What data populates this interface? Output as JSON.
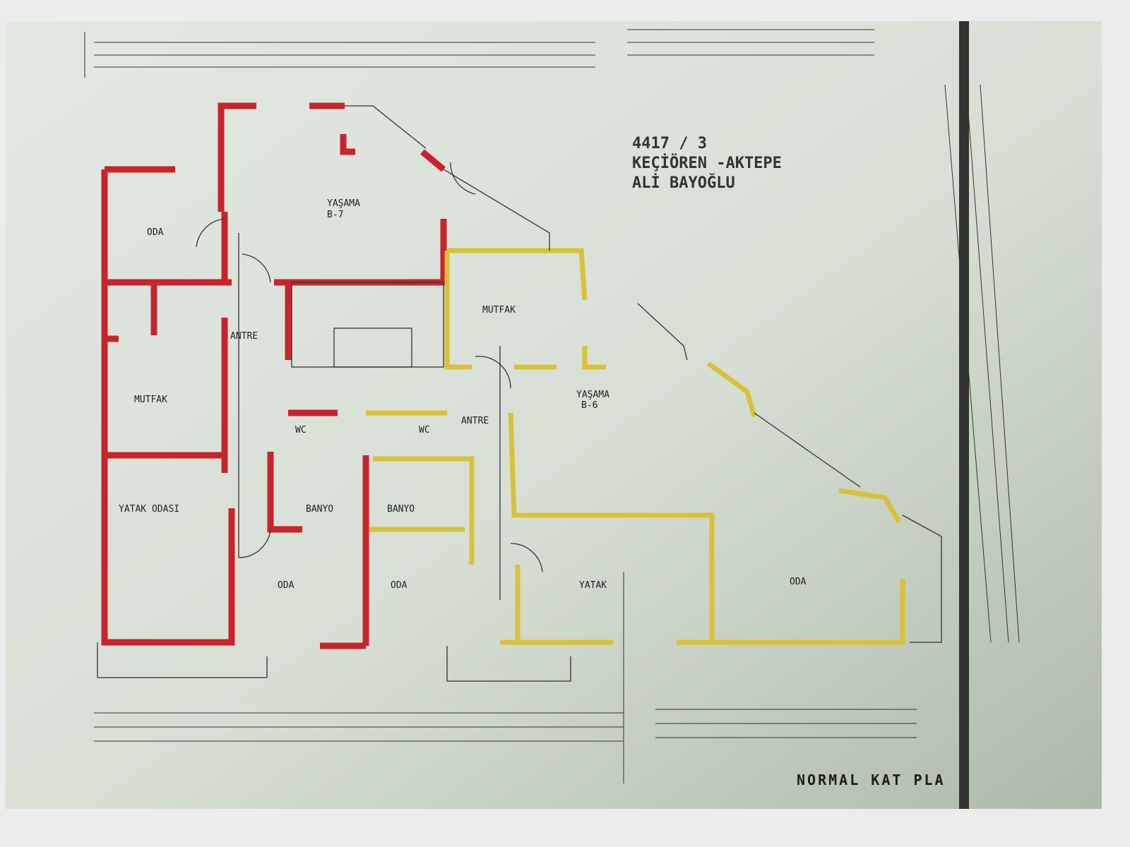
{
  "header": {
    "parcel": "4417 / 3",
    "location": "KEÇİÖREN -AKTEPE",
    "owner": "ALİ BAYOĞLU"
  },
  "plan_title": "NORMAL KAT PLA",
  "rooms": {
    "oda_top_left": "ODA",
    "yasama_main": "YAŞAMA",
    "yasama_main_tag": "B-7",
    "antre_left": "ANTRE",
    "mutfak_left": "MUTFAK",
    "mutfak_right": "MUTFAK",
    "yatak_odasi": "YATAK ODASI",
    "wc_left": "WC",
    "wc_right": "WC",
    "banyo_left": "BANYO",
    "banyo_right": "BANYO",
    "oda_bottom_1": "ODA",
    "oda_bottom_2": "ODA",
    "antre_right": "ANTRE",
    "yasama_right": "YAŞAMA",
    "yasama_right_tag": "B-6",
    "yatak_right": "YATAK",
    "oda_far_right": "ODA"
  },
  "colors": {
    "paper": "#dde5dd",
    "shadow": "#b9c4b6",
    "wall_red": "#c8242c",
    "wall_yellow": "#d9c23a"
  }
}
